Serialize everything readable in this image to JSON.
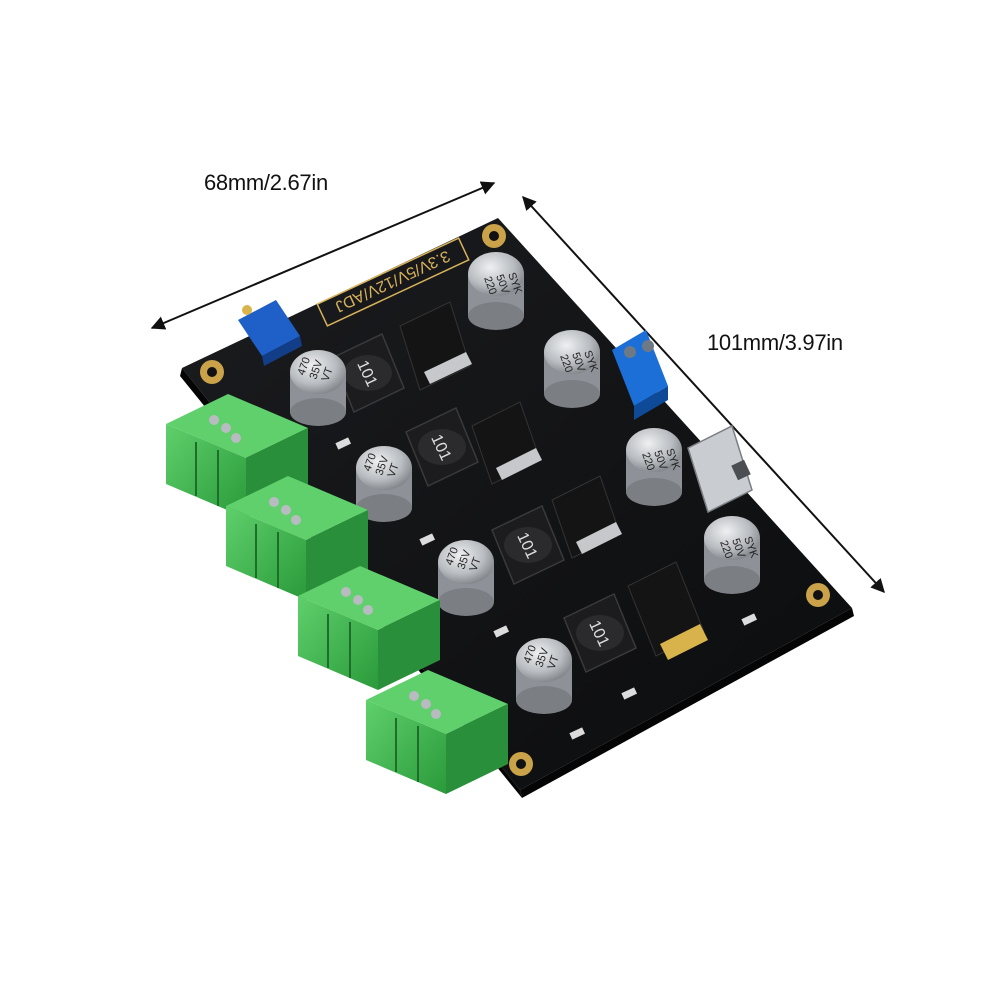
{
  "dimensions": {
    "width": "68mm/2.67in",
    "length": "101mm/3.97in"
  },
  "board": {
    "silkscreen_title": "3.3V/5V/12V/ADJ",
    "colors": {
      "pcb": "#111214",
      "terminal": "#39b54a",
      "terminal_dark": "#2a8f3a",
      "trimmer": "#1f5fc8",
      "input_terminal": "#1c6fd6",
      "gold_pad": "#c9a24a",
      "capacitor_body": "#b9bcc0"
    },
    "big_caps": [
      {
        "lines": [
          "220",
          "50V",
          "SYK"
        ]
      },
      {
        "lines": [
          "220",
          "50V",
          "SYK"
        ]
      },
      {
        "lines": [
          "220",
          "50V",
          "SYK"
        ]
      },
      {
        "lines": [
          "220",
          "50V",
          "SYK"
        ]
      }
    ],
    "small_caps": [
      {
        "lines": [
          "470",
          "35V",
          "VT"
        ]
      },
      {
        "lines": [
          "470",
          "35V",
          "VT"
        ]
      },
      {
        "lines": [
          "470",
          "35V",
          "VT"
        ]
      },
      {
        "lines": [
          "470",
          "35V",
          "VT"
        ]
      }
    ],
    "inductors": [
      {
        "label": "101"
      },
      {
        "label": "101"
      },
      {
        "label": "101"
      },
      {
        "label": "101"
      }
    ]
  }
}
